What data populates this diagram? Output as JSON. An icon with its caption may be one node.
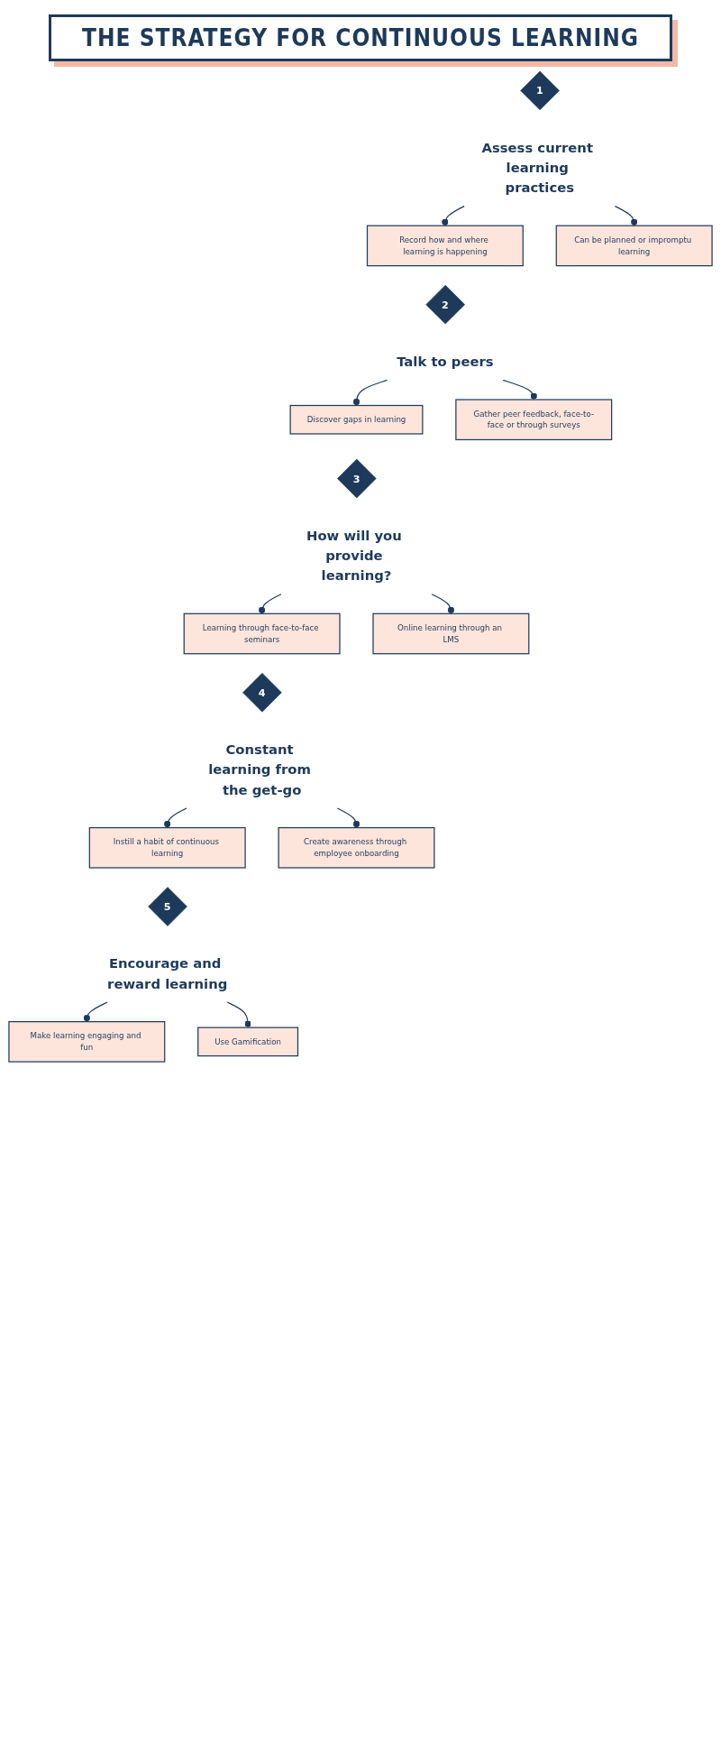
{
  "diagram": {
    "title": "THE STRATEGY FOR CONTINUOUS LEARNING",
    "nodes": [
      {
        "text": [
          "1"
        ]
      },
      {
        "text": [
          "Assess current learning practices"
        ]
      },
      {
        "text": [
          "Record how and where learning is happening"
        ]
      },
      {
        "text": [
          "Can be planned or impromptu learning"
        ]
      },
      {
        "text": [
          "2"
        ]
      },
      {
        "text": [
          "Talk to peers"
        ]
      },
      {
        "text": [
          "Discover gaps in learning"
        ]
      },
      {
        "text": [
          "Gather peer feedback, face-to-face or through surveys"
        ]
      },
      {
        "text": [
          "3"
        ]
      },
      {
        "text": [
          "How will you provide learning?"
        ]
      },
      {
        "text": [
          "Learning through face-to-face seminars"
        ]
      },
      {
        "text": [
          "Online learning through an LMS"
        ]
      },
      {
        "text": [
          "4"
        ]
      },
      {
        "text": [
          "Constant learning from the get-go"
        ]
      },
      {
        "text": [
          "Instill a habit of continuous learning"
        ]
      },
      {
        "text": [
          "Create awareness through employee onboarding"
        ]
      },
      {
        "text": [
          "5"
        ]
      },
      {
        "text": [
          "Encourage and reward learning"
        ]
      },
      {
        "text": [
          "Make learning engaging and fun"
        ]
      },
      {
        "text": [
          "Use Gamification"
        ]
      }
    ],
    "edges": [
      {
        "from": 1,
        "to": 2,
        "arrow": "other"
      },
      {
        "from": 1,
        "to": 3,
        "arrow": "other"
      },
      {
        "from": 5,
        "to": 6,
        "arrow": "other"
      },
      {
        "from": 5,
        "to": 7,
        "arrow": "other"
      },
      {
        "from": 9,
        "to": 10,
        "arrow": "other"
      },
      {
        "from": 9,
        "to": 11,
        "arrow": "other"
      },
      {
        "from": 13,
        "to": 14,
        "arrow": "other"
      },
      {
        "from": 13,
        "to": 15,
        "arrow": "other"
      },
      {
        "from": 17,
        "to": 18,
        "arrow": "other"
      },
      {
        "from": 17,
        "to": 19,
        "arrow": "other"
      }
    ]
  }
}
